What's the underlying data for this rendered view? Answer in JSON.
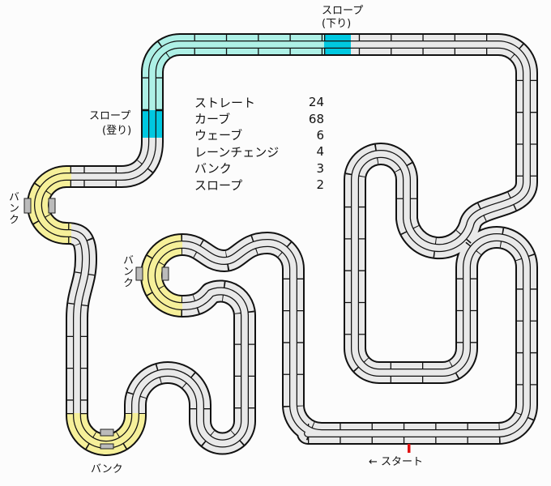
{
  "labels": {
    "slope_down_1": "スロープ",
    "slope_down_2": "(下り)",
    "slope_up_1": "スロープ",
    "slope_up_2": "(登り)",
    "bank_left": "バンク",
    "bank_middle": "バンク",
    "bank_bottom": "バンク",
    "start": "← スタート"
  },
  "legend": [
    {
      "name": "ストレート",
      "count": "24"
    },
    {
      "name": "カーブ",
      "count": "68"
    },
    {
      "name": "ウェーブ",
      "count": "6"
    },
    {
      "name": "レーンチェンジ",
      "count": "4"
    },
    {
      "name": "バンク",
      "count": "3"
    },
    {
      "name": "スロープ",
      "count": "2"
    }
  ],
  "colors": {
    "track": "#e9e9e9",
    "slope": "#aef0e6",
    "slope_piece": "#00c8e0",
    "bank": "#f6f09a",
    "start_marker": "#e01010"
  }
}
